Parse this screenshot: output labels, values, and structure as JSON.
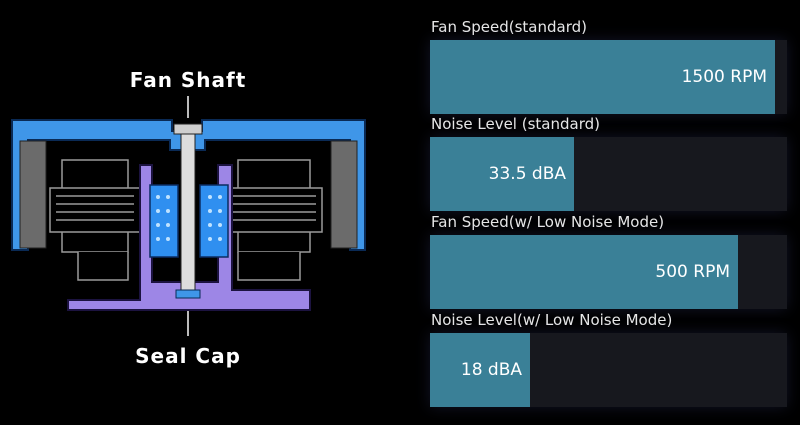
{
  "diagram": {
    "labels": {
      "top": "Fan Shaft",
      "bottom": "Seal Cap"
    },
    "colors": {
      "housing": "#3f96e8",
      "hub": "#9d86e6",
      "bearing": "#2f8ff0",
      "shaft": "#dddddd"
    }
  },
  "chart_data": {
    "type": "bar",
    "orientation": "horizontal",
    "panels": [
      {
        "title": "Fan Speed(standard)",
        "value": 1500,
        "label": "1500 RPM",
        "unit": "RPM",
        "max": 1500
      },
      {
        "title": "Noise Level (standard)",
        "value": 33.5,
        "label": "33.5 dBA",
        "unit": "dBA",
        "max": 80
      },
      {
        "title": "Fan Speed(w/ Low Noise Mode)",
        "value": 500,
        "label": "500 RPM",
        "unit": "RPM",
        "max": 560
      },
      {
        "title": "Noise Level(w/ Low Noise Mode)",
        "value": 18,
        "label": "18 dBA",
        "unit": "dBA",
        "max": 62
      }
    ],
    "colors": {
      "bar": "#3a8097",
      "track": "#17181e",
      "text": "#ffffff"
    }
  }
}
